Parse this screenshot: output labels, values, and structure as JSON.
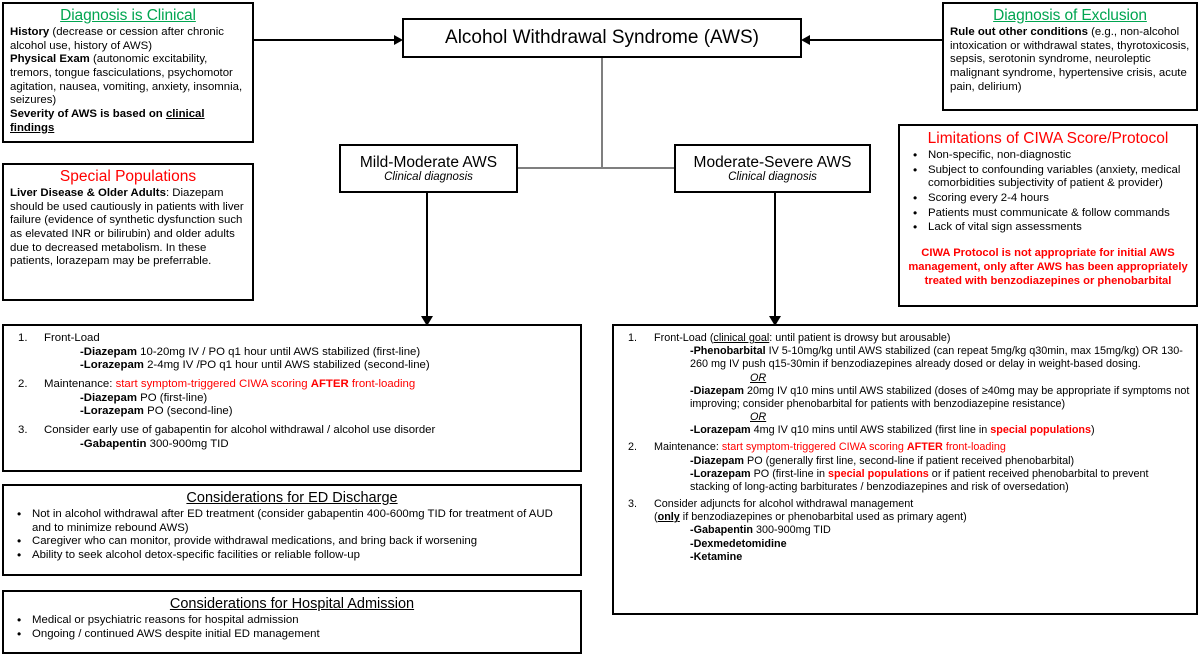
{
  "diagnosis_clinical": {
    "heading": "Diagnosis is Clinical",
    "line1_bold": "History",
    "line1_rest": " (decrease or cession after chronic alcohol use, history of AWS)",
    "line2_bold": "Physical Exam",
    "line2_rest": " (autonomic excitability, tremors, tongue fasciculations, psychomotor agitation, nausea, vomiting, anxiety, insomnia, seizures)",
    "line3_bold": "Severity of AWS is based on ",
    "line3_underline": "clinical findings"
  },
  "diagnosis_exclusion": {
    "heading": "Diagnosis of Exclusion",
    "line1_bold": "Rule out other conditions",
    "line1_rest": " (e.g., non-alcohol intoxication or withdrawal states, thyrotoxicosis, sepsis, serotonin syndrome, neuroleptic malignant syndrome, hypertensive crisis, acute pain, delirium)"
  },
  "title": {
    "text": "Alcohol Withdrawal Syndrome (AWS)"
  },
  "severity": {
    "mild": {
      "title": "Mild-Moderate AWS",
      "subtitle": "Clinical diagnosis"
    },
    "severe": {
      "title": "Moderate-Severe AWS",
      "subtitle": "Clinical diagnosis"
    }
  },
  "special_populations": {
    "heading": "Special Populations",
    "label_bold": "Liver Disease & Older Adults",
    "body": ": Diazepam should be used cautiously in patients with liver failure (evidence of synthetic dysfunction such as elevated INR or bilirubin) and older adults due to decreased metabolism. In these patients, lorazepam may be preferrable."
  },
  "ciwa_limitations": {
    "heading": "Limitations of CIWA Score/Protocol",
    "bullets": [
      "Non-specific, non-diagnostic",
      "Subject to confounding variables (anxiety, medical comorbidities  subjectivity of patient & provider)",
      "Scoring every 2-4 hours",
      "Patients must communicate & follow commands",
      "Lack of vital sign assessments"
    ],
    "note": "CIWA Protocol is not appropriate for initial AWS management, only after AWS has been appropriately treated with benzodiazepines or phenobarbital"
  },
  "mild_treatment": {
    "item1_num": "1.",
    "item1_text": "Front-Load",
    "item1_sub1_bold": "-Diazepam",
    "item1_sub1_rest": " 10-20mg IV / PO q1 hour until AWS stabilized (first-line)",
    "item1_sub2_bold": "-Lorazepam",
    "item1_sub2_rest": " 2-4mg IV /PO q1 hour until AWS stabilized (second-line)",
    "item2_num": "2.",
    "item2_prefix": "Maintenance: ",
    "item2_red_a": "start symptom-triggered CIWA scoring ",
    "item2_red_bold": "AFTER",
    "item2_red_b": " front-loading",
    "item2_sub1_bold": "-Diazepam",
    "item2_sub1_rest": " PO (first-line)",
    "item2_sub2_bold": "-Lorazepam",
    "item2_sub2_rest": " PO (second-line)",
    "item3_num": "3.",
    "item3_text": "Consider early use of gabapentin for alcohol withdrawal / alcohol use disorder",
    "item3_sub1_bold": "-Gabapentin",
    "item3_sub1_rest": " 300-900mg TID"
  },
  "ed_discharge": {
    "heading": "Considerations for ED Discharge",
    "bullets": [
      "Not in alcohol withdrawal after ED treatment (consider gabapentin 400-600mg TID for treatment of AUD and to minimize rebound AWS)",
      "Caregiver who can monitor, provide withdrawal medications, and bring back if worsening",
      "Ability to seek alcohol detox-specific facilities or reliable follow-up"
    ]
  },
  "hospital_admission": {
    "heading": "Considerations for Hospital Admission",
    "bullets": [
      "Medical or psychiatric reasons for hospital admission",
      "Ongoing / continued AWS despite initial ED management"
    ]
  },
  "severe_treatment": {
    "item1_num": "1.",
    "item1_pre": "Front-Load (",
    "item1_ul": "clinical goal",
    "item1_post": ": until patient is drowsy but arousable)",
    "item1_sub1_bold": "-Phenobarbital",
    "item1_sub1_rest": " IV 5-10mg/kg until AWS stabilized (can repeat 5mg/kg q30min, max 15mg/kg) OR 130-260 mg IV push q15-30min if benzodiazepines already dosed or delay in weight-based dosing.",
    "or_1": "OR",
    "item1_sub2_bold": "-Diazepam",
    "item1_sub2_rest": " 20mg IV q10 mins until AWS stabilized (doses of ≥40mg may be appropriate if symptoms not improving; consider phenobarbital for patients with benzodiazepine resistance)",
    "or_2": "OR",
    "item1_sub3_bold": "-Lorazepam",
    "item1_sub3_a": " 4mg IV q10 mins until AWS stabilized (first line in ",
    "item1_sub3_red": "special populations",
    "item1_sub3_b": ")",
    "item2_num": "2.",
    "item2_prefix": "Maintenance: ",
    "item2_red_a": "start symptom-triggered CIWA scoring ",
    "item2_red_bold": "AFTER",
    "item2_red_b": " front-loading",
    "item2_sub1_bold": "-Diazepam",
    "item2_sub1_rest": " PO (generally first line, second-line if patient received phenobarbital)",
    "item2_sub2_bold": "-Lorazepam",
    "item2_sub2_a": " PO (first-line in ",
    "item2_sub2_red": "special populations",
    "item2_sub2_b": " or if patient received phenobarbital to prevent stacking of long-acting barbiturates / benzodiazepines and risk of oversedation)",
    "item3_num": "3.",
    "item3_text": "Consider adjuncts for alcohol withdrawal management",
    "item3_line2_pre": "(",
    "item3_line2_ul": "only",
    "item3_line2_post": " if benzodiazepines or phenobarbital used as primary agent)",
    "item3_sub1_bold": "-Gabapentin",
    "item3_sub1_rest": " 300-900mg TID",
    "item3_sub2_bold": "-Dexmedetomidine",
    "item3_sub3_bold": "-Ketamine"
  },
  "colors": {
    "green": "#00a550",
    "red": "#ff0000",
    "black": "#000000",
    "connector_gray": "#7f7f7f"
  }
}
